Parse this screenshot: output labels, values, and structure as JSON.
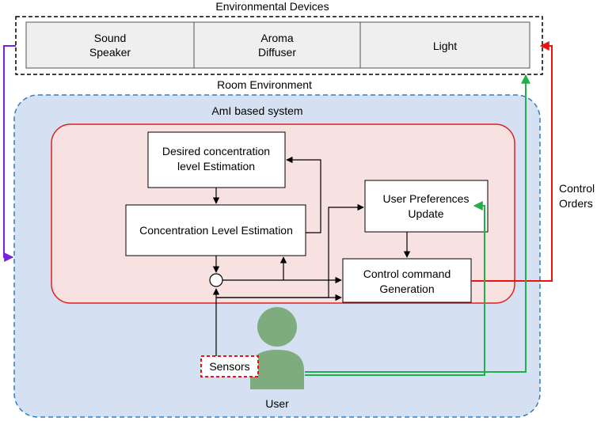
{
  "environmental_devices": {
    "title": "Environmental  Devices",
    "sound_speaker": [
      "Sound",
      "Speaker"
    ],
    "aroma_diffuser": [
      "Aroma",
      "Diffuser"
    ],
    "light": "Light"
  },
  "room_environment_label": "Room Environment",
  "aml_system_label": "AmI based system",
  "blocks": {
    "desired_concentration": [
      "Desired concentration",
      "level  Estimation"
    ],
    "concentration_level": "Concentration  Level Estimation",
    "user_preferences": [
      "User Preferences",
      "Update"
    ],
    "control_command": [
      "Control command",
      "Generation"
    ]
  },
  "control_orders": [
    "Control",
    "Orders"
  ],
  "sensors_label": "Sensors",
  "user_label": "User",
  "colors": {
    "room_fill": "#d5e1f2",
    "room_border": "#2e7fc0",
    "aml_fill": "#f7e1e1",
    "aml_border": "#e02020",
    "device_fill": "#efefef",
    "red_arrow": "#ee1111",
    "green_arrow": "#1fb04a",
    "purple_arrow": "#7a1fe0",
    "user_fill": "#7fac7f",
    "sensor_border": "#ee1111"
  }
}
